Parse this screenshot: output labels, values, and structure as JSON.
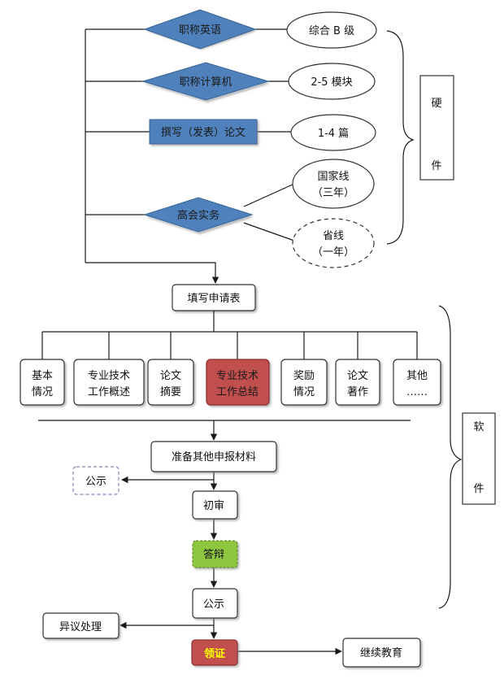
{
  "hardware": {
    "items": [
      {
        "label": "职称英语",
        "requirement": "综合 B 级"
      },
      {
        "label": "职称计算机",
        "requirement": "2-5 模块"
      },
      {
        "label": "撰写（发表）论文",
        "requirement": "1-4 篇"
      },
      {
        "label": "高会实务",
        "requirement_national": [
          "国家线",
          "（三年）"
        ],
        "requirement_provincial": [
          "省线",
          "（一年）"
        ]
      }
    ],
    "brace_label": [
      "硬",
      "件"
    ]
  },
  "application": {
    "title": "填写申请表",
    "sections": [
      [
        "基本",
        "情况"
      ],
      [
        "专业技术",
        "工作概述"
      ],
      [
        "论文",
        "摘要"
      ],
      [
        "专业技术",
        "工作总结"
      ],
      [
        "奖励",
        "情况"
      ],
      [
        "论文",
        "著作"
      ],
      [
        "其他",
        "……"
      ]
    ]
  },
  "process": {
    "prepare": "准备其他申报材料",
    "publicity_1": "公示",
    "initial_review": "初审",
    "defense": "答辩",
    "publicity_2": "公示",
    "objection": "异议处理",
    "certificate": "领证",
    "continuing_education": "继续教育"
  },
  "software_label": [
    "软",
    "件"
  ],
  "colors": {
    "diamond_blue": "#4f81bd",
    "highlight_red": "#c0504d",
    "defense_green": "#8ec63f",
    "dashed_border": "#8080c0",
    "certificate_text": "#ffff00"
  }
}
